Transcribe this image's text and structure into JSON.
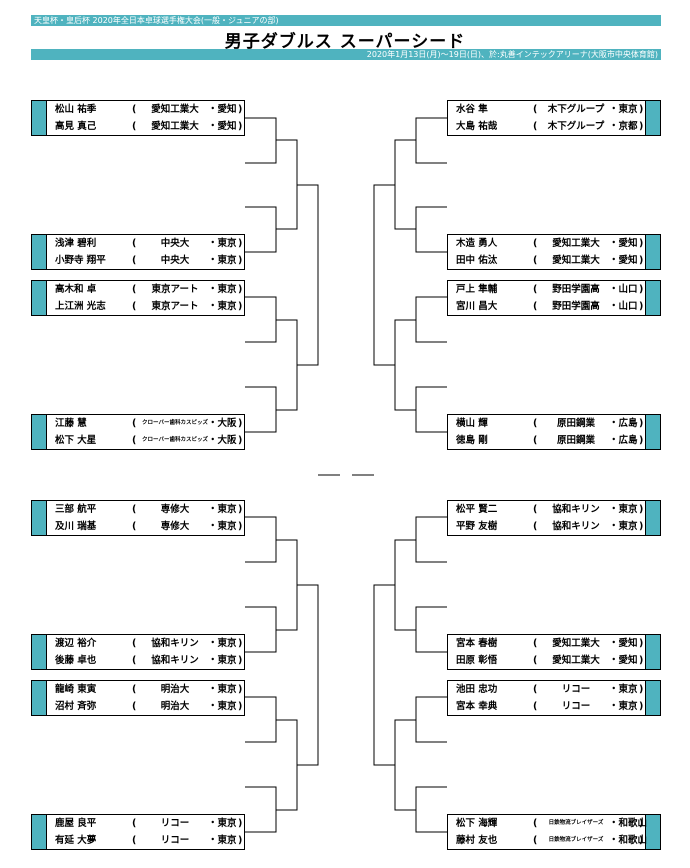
{
  "header": {
    "tournament": "天皇杯・皇后杯 2020年全日本卓球選手権大会(一般・ジュニアの部)",
    "title": "男子ダブルス スーパーシード",
    "date_venue": "2020年1月13日(月)～19日(日)、於:丸善インテックアリーナ(大阪市中央体育館)"
  },
  "accent_color": "#4fb3bf",
  "left_pairs": [
    {
      "players": [
        {
          "name": "松山 祐季",
          "affiliation": "愛知工業大",
          "pref": "愛知"
        },
        {
          "name": "高見 真己",
          "affiliation": "愛知工業大",
          "pref": "愛知"
        }
      ]
    },
    {
      "players": [
        {
          "name": "浅津 碧利",
          "affiliation": "中央大",
          "pref": "東京"
        },
        {
          "name": "小野寺 翔平",
          "affiliation": "中央大",
          "pref": "東京"
        }
      ]
    },
    {
      "players": [
        {
          "name": "高木和 卓",
          "affiliation": "東京アート",
          "pref": "東京"
        },
        {
          "name": "上江洲 光志",
          "affiliation": "東京アート",
          "pref": "東京"
        }
      ]
    },
    {
      "players": [
        {
          "name": "江藤 慧",
          "affiliation": "クローバー歯科カスピッズ",
          "pref": "大阪",
          "small": true
        },
        {
          "name": "松下 大星",
          "affiliation": "クローバー歯科カスピッズ",
          "pref": "大阪",
          "small": true
        }
      ]
    },
    {
      "players": [
        {
          "name": "三部 航平",
          "affiliation": "専修大",
          "pref": "東京"
        },
        {
          "name": "及川 瑞基",
          "affiliation": "専修大",
          "pref": "東京"
        }
      ]
    },
    {
      "players": [
        {
          "name": "渡辺 裕介",
          "affiliation": "協和キリン",
          "pref": "東京"
        },
        {
          "name": "後藤 卓也",
          "affiliation": "協和キリン",
          "pref": "東京"
        }
      ]
    },
    {
      "players": [
        {
          "name": "龍崎 東寅",
          "affiliation": "明治大",
          "pref": "東京"
        },
        {
          "name": "沼村 斉弥",
          "affiliation": "明治大",
          "pref": "東京"
        }
      ]
    },
    {
      "players": [
        {
          "name": "鹿屋 良平",
          "affiliation": "リコー",
          "pref": "東京"
        },
        {
          "name": "有延 大夢",
          "affiliation": "リコー",
          "pref": "東京"
        }
      ]
    }
  ],
  "right_pairs": [
    {
      "players": [
        {
          "name": "水谷 隼",
          "affiliation": "木下グループ",
          "pref": "東京"
        },
        {
          "name": "大島 祐哉",
          "affiliation": "木下グループ",
          "pref": "京都"
        }
      ]
    },
    {
      "players": [
        {
          "name": "木造 勇人",
          "affiliation": "愛知工業大",
          "pref": "愛知"
        },
        {
          "name": "田中 佑汰",
          "affiliation": "愛知工業大",
          "pref": "愛知"
        }
      ]
    },
    {
      "players": [
        {
          "name": "戸上 隼輔",
          "affiliation": "野田学園高",
          "pref": "山口"
        },
        {
          "name": "宮川 昌大",
          "affiliation": "野田学園高",
          "pref": "山口"
        }
      ]
    },
    {
      "players": [
        {
          "name": "横山 輝",
          "affiliation": "原田鋼業",
          "pref": "広島"
        },
        {
          "name": "徳島 剛",
          "affiliation": "原田鋼業",
          "pref": "広島"
        }
      ]
    },
    {
      "players": [
        {
          "name": "松平 賢二",
          "affiliation": "協和キリン",
          "pref": "東京"
        },
        {
          "name": "平野 友樹",
          "affiliation": "協和キリン",
          "pref": "東京"
        }
      ]
    },
    {
      "players": [
        {
          "name": "宮本 春樹",
          "affiliation": "愛知工業大",
          "pref": "愛知"
        },
        {
          "name": "田原 彰悟",
          "affiliation": "愛知工業大",
          "pref": "愛知"
        }
      ]
    },
    {
      "players": [
        {
          "name": "池田 忠功",
          "affiliation": "リコー",
          "pref": "東京"
        },
        {
          "name": "宮本 幸典",
          "affiliation": "リコー",
          "pref": "東京"
        }
      ]
    },
    {
      "players": [
        {
          "name": "松下 海輝",
          "affiliation": "日鉄物流ブレイザーズ",
          "pref": "和歌山",
          "small": true
        },
        {
          "name": "藤村 友也",
          "affiliation": "日鉄物流ブレイザーズ",
          "pref": "和歌山",
          "small": true
        }
      ]
    }
  ]
}
